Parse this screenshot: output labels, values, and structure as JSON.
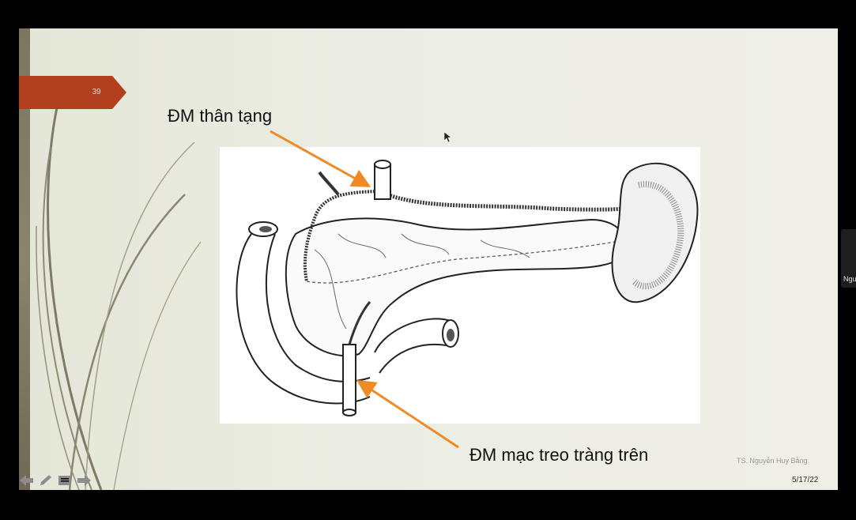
{
  "slide": {
    "number": "39",
    "labels": {
      "celiac_artery": "ĐM thân tạng",
      "superior_mesenteric_artery": "ĐM mạc treo tràng trên"
    },
    "footer": {
      "author": "TS. Nguyễn Huy Bằng",
      "date": "5/17/22"
    }
  },
  "side_panel": {
    "participant_name": "Ngu"
  },
  "navigation": {
    "controls": [
      "back-arrow-icon",
      "pen-icon",
      "slides-menu-icon",
      "forward-arrow-icon"
    ]
  },
  "colors": {
    "screen_background": "#000000",
    "slide_background": "#ecede2",
    "number_tab": "#b2401f",
    "arrow": "#f08a24",
    "left_bar": "#7c7660"
  }
}
